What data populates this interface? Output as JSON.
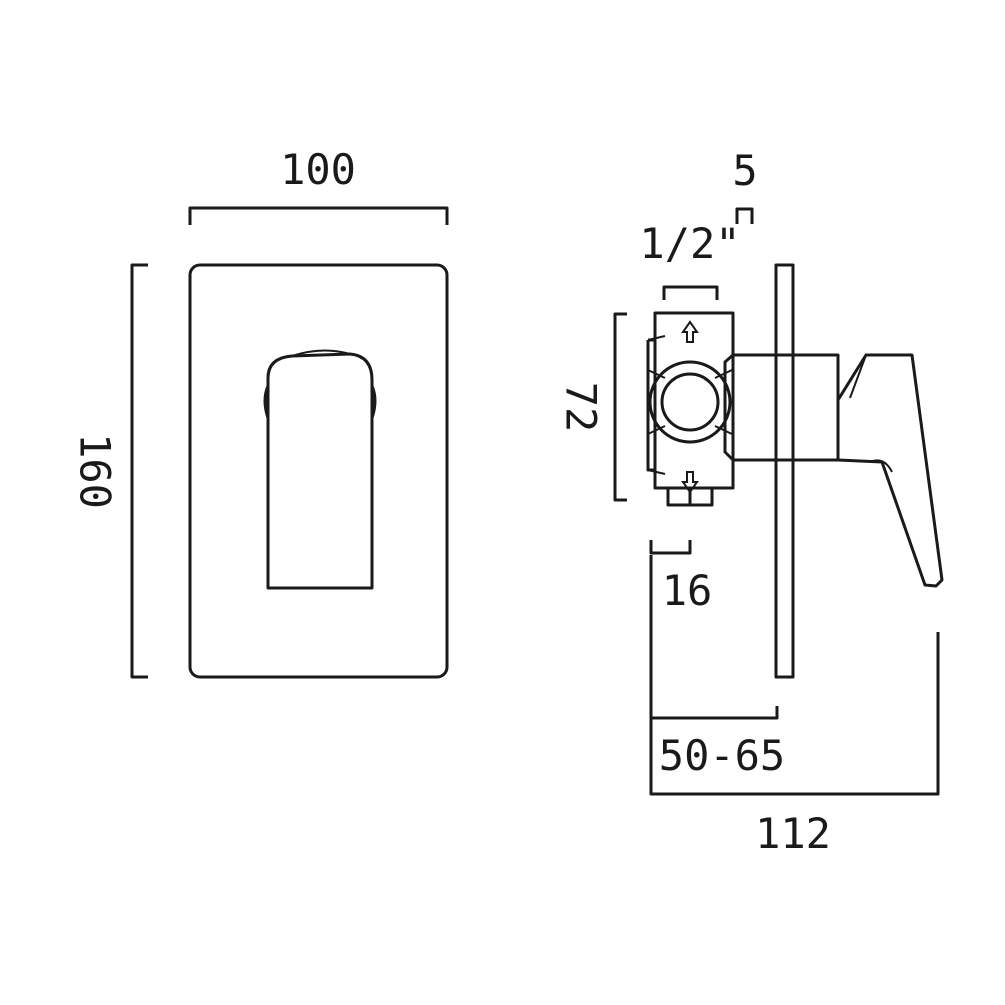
{
  "front_view": {
    "width_label": "100",
    "height_label": "160"
  },
  "side_view": {
    "plate_label": "5",
    "thread_label": "1/2\"",
    "body_height_label": "72",
    "offset_label": "16",
    "depth_range_label": "50-65",
    "total_depth_label": "112"
  },
  "colors": {
    "line": "#1a1a1a",
    "background": "#ffffff"
  }
}
